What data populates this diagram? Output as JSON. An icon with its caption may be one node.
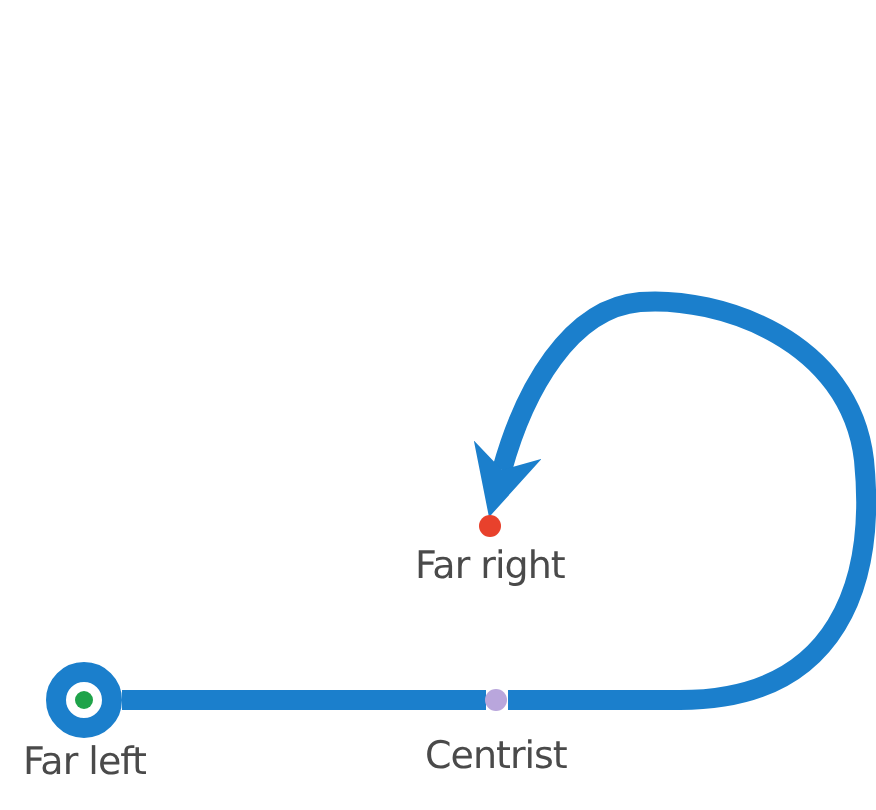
{
  "diagram": {
    "nodes": [
      {
        "text": [
          "Far left"
        ]
      },
      {
        "text": [
          "Centrist"
        ]
      },
      {
        "text": [
          "Far right"
        ]
      }
    ],
    "edges": [
      {
        "from": 0,
        "to": 1,
        "arrow": "none"
      },
      {
        "from": 1,
        "to": 2,
        "arrow": "to"
      }
    ]
  }
}
